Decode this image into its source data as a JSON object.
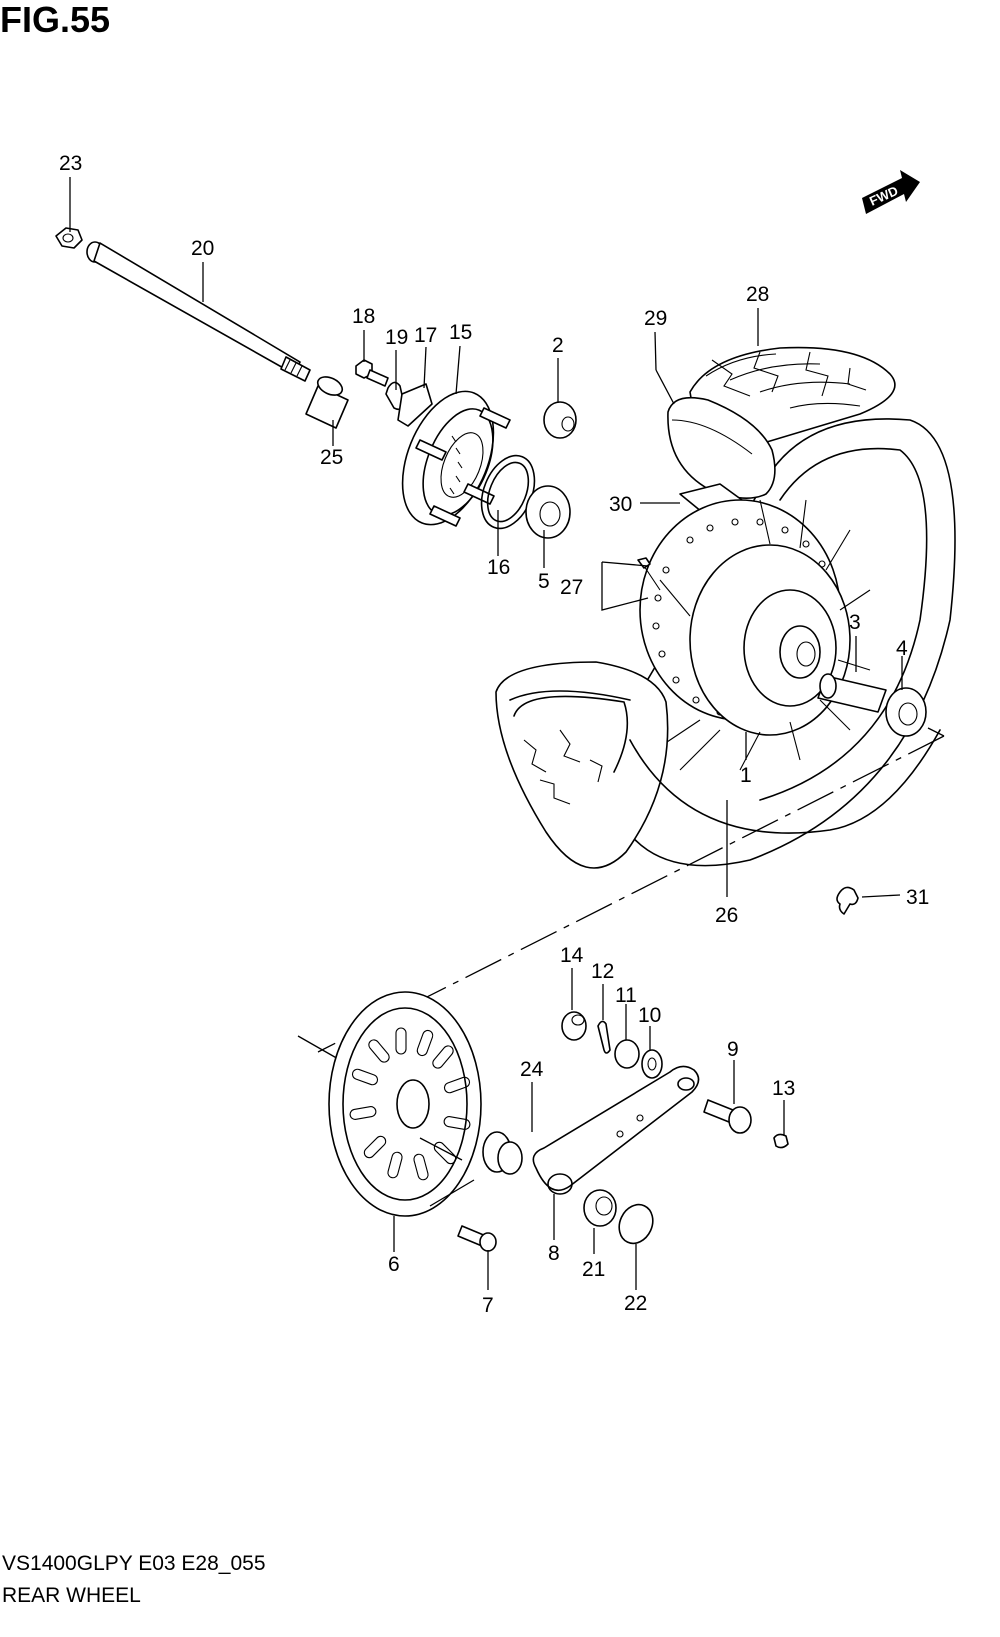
{
  "figure_title": "FIG.55",
  "footer": {
    "model_code": "VS1400GLPY E03 E28_055",
    "diagram_name": "REAR WHEEL"
  },
  "fwd_label": "FWD",
  "callouts": [
    "1",
    "2",
    "3",
    "4",
    "5",
    "6",
    "7",
    "8",
    "9",
    "10",
    "11",
    "12",
    "13",
    "14",
    "15",
    "16",
    "17",
    "18",
    "19",
    "20",
    "21",
    "22",
    "23",
    "24",
    "25",
    "26",
    "27",
    "28",
    "29",
    "30",
    "31"
  ]
}
